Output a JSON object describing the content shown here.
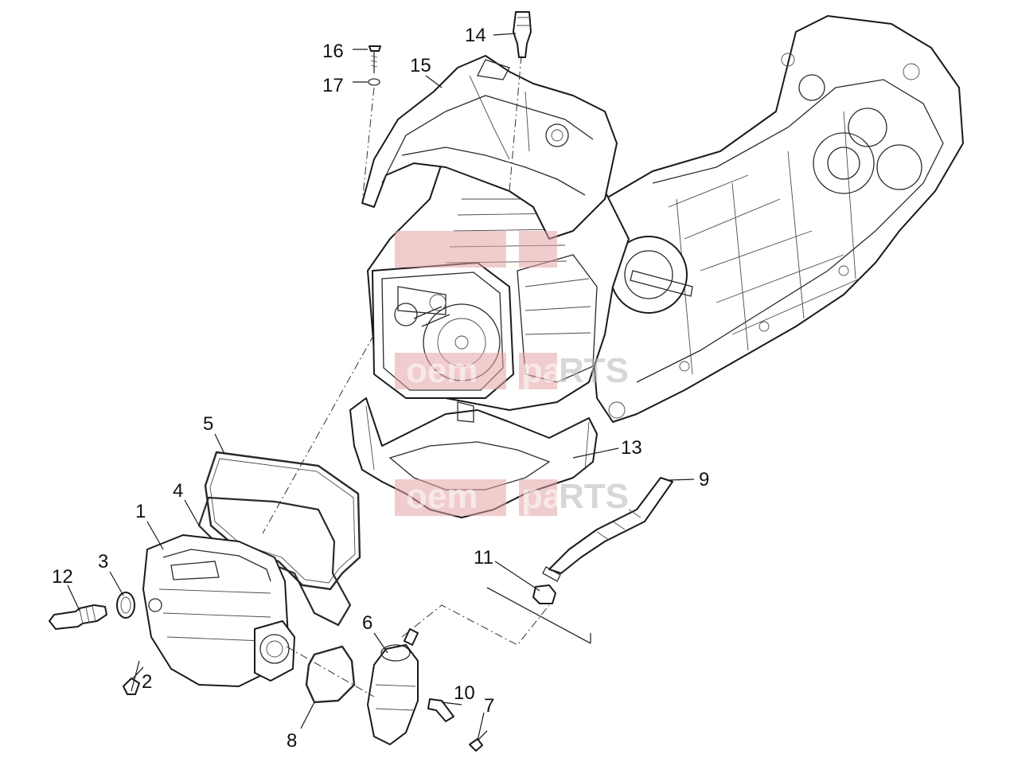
{
  "watermark": {
    "parts": [
      "oem",
      "pa",
      "RTS"
    ],
    "box_color": "#e4a3a3",
    "text_colors": [
      "#ffffff",
      "#ffffff",
      "#b8b8b8"
    ]
  },
  "callouts": [
    {
      "id": "1",
      "label": "1"
    },
    {
      "id": "2",
      "label": "2"
    },
    {
      "id": "3",
      "label": "3"
    },
    {
      "id": "4",
      "label": "4"
    },
    {
      "id": "5",
      "label": "5"
    },
    {
      "id": "6",
      "label": "6"
    },
    {
      "id": "7",
      "label": "7"
    },
    {
      "id": "8",
      "label": "8"
    },
    {
      "id": "9",
      "label": "9"
    },
    {
      "id": "10",
      "label": "10"
    },
    {
      "id": "11",
      "label": "11"
    },
    {
      "id": "12",
      "label": "12"
    },
    {
      "id": "13",
      "label": "13"
    },
    {
      "id": "14",
      "label": "14"
    },
    {
      "id": "15",
      "label": "15"
    },
    {
      "id": "16",
      "label": "16"
    },
    {
      "id": "17",
      "label": "17"
    }
  ]
}
